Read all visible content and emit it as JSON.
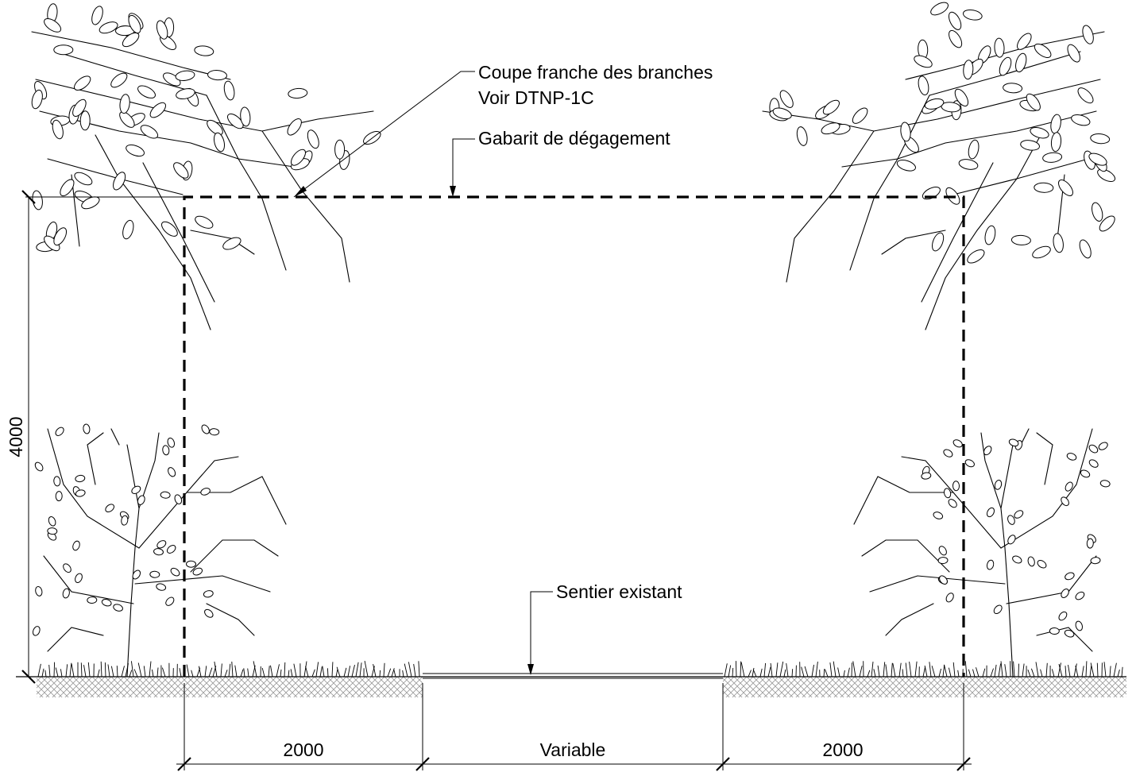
{
  "annotations": {
    "cut_line1": "Coupe franche des branches",
    "cut_line2": "Voir DTNP-1C",
    "clearance": "Gabarit de dégagement",
    "path": "Sentier existant"
  },
  "dimensions": {
    "height": "4000",
    "left_offset": "2000",
    "middle": "Variable",
    "right_offset": "2000"
  }
}
